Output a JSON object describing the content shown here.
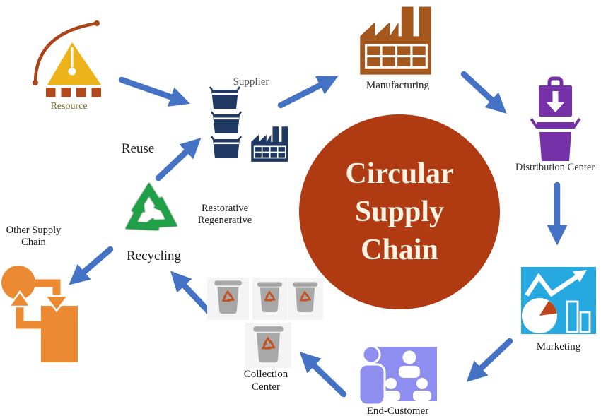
{
  "diagram": {
    "title": "Circular Supply Chain",
    "center": {
      "line1": "Circular",
      "line2": "Supply",
      "line3": "Chain"
    },
    "nodes": {
      "resource": {
        "label": "Resource",
        "icon": "mining-resource-icon"
      },
      "supplier": {
        "label": "Supplier",
        "icon": "stacked-boxes-factory-icon"
      },
      "manufacturing": {
        "label": "Manufacturing",
        "icon": "factory-icon"
      },
      "distribution_center": {
        "label": "Distribution Center",
        "icon": "package-unboxing-icon"
      },
      "marketing": {
        "label": "Marketing",
        "icon": "analytics-charts-icon"
      },
      "end_customer": {
        "label": "End-Customer",
        "icon": "people-presentation-icon"
      },
      "collection_center": {
        "label_line1": "Collection",
        "label_line2": "Center",
        "icon": "recycle-bins-icon"
      },
      "recycling": {
        "label": "Recycling",
        "icon": "recycle-arrows-icon"
      },
      "other_supply_chain": {
        "label_line1": "Other Supply",
        "label_line2": "Chain",
        "icon": "circular-flow-icon"
      }
    },
    "annotations": {
      "reuse": "Reuse",
      "restorative_line1": "Restorative",
      "restorative_line2": "Regenerative"
    },
    "edges": [
      {
        "from": "resource",
        "to": "supplier"
      },
      {
        "from": "supplier",
        "to": "manufacturing"
      },
      {
        "from": "manufacturing",
        "to": "distribution_center"
      },
      {
        "from": "distribution_center",
        "to": "marketing"
      },
      {
        "from": "marketing",
        "to": "end_customer"
      },
      {
        "from": "end_customer",
        "to": "collection_center"
      },
      {
        "from": "collection_center",
        "to": "recycling"
      },
      {
        "from": "recycling",
        "to": "supplier",
        "label": "Reuse"
      },
      {
        "from": "recycling",
        "to": "other_supply_chain"
      }
    ],
    "colors": {
      "arrow_blue": "#4472C4",
      "center_circle": "#B03A12",
      "center_text": "#FBF3E4",
      "resource_gold": "#EDB31B",
      "resource_rust": "#AC4418",
      "resource_label": "#6E6E28",
      "supplier_navy": "#1F3864",
      "supplier_label": "#595959",
      "manufacturing_brown": "#A5581E",
      "distribution_purple": "#7630A8",
      "marketing_cyan": "#25A9E0",
      "pie_slice_orange": "#C0441A",
      "end_customer_periwinkle": "#8F8FF2",
      "bin_gray": "#A8A8A8",
      "bin_background": "#F4F4F4",
      "bin_recycle_orange": "#C4501E",
      "recycling_green": "#1FA047",
      "other_chain_orange": "#EC8A33"
    }
  }
}
